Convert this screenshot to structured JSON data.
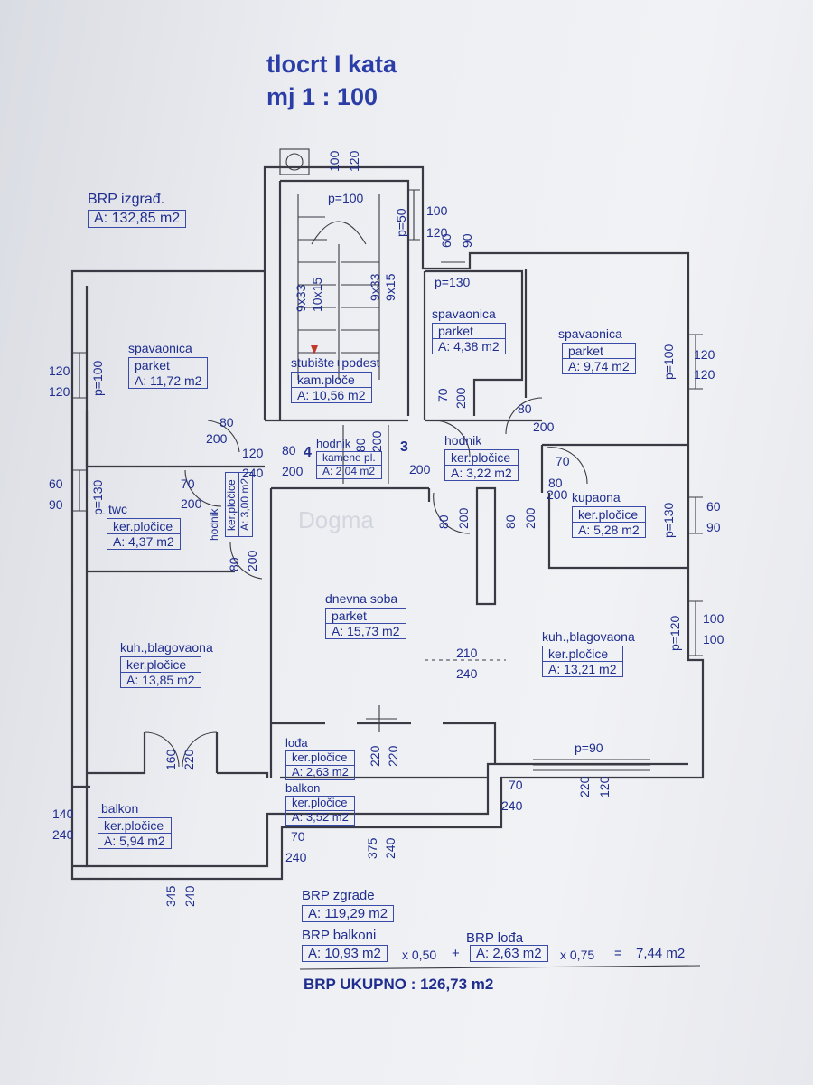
{
  "title": {
    "line1": "tlocrt I kata",
    "line2": "mj 1 : 100"
  },
  "brp_izgradjeno": {
    "label": "BRP izgrađ.",
    "area": "A: 132,85 m2"
  },
  "rooms": {
    "spavaonica_left": {
      "name": "spavaonica",
      "floor": "parket",
      "area": "A: 11,72 m2"
    },
    "stubiste": {
      "name": "stubište+podest",
      "floor": "kam.ploče",
      "area": "A: 10,56 m2"
    },
    "spavaonica_small": {
      "name": "spavaonica",
      "floor": "parket",
      "area": "A: 4,38 m2"
    },
    "spavaonica_right": {
      "name": "spavaonica",
      "floor": "parket",
      "area": "A: 9,74 m2"
    },
    "hodnik_center": {
      "name": "hodnik",
      "floor": "kamene pl.",
      "area": "A: 2,04 m2"
    },
    "hodnik_right": {
      "name": "hodnik",
      "floor": "ker.pločice",
      "area": "A: 3,22 m2"
    },
    "hodnik_left": {
      "name": "hodnik",
      "floor": "ker.pločice",
      "area": "A: 3,00 m2"
    },
    "twc": {
      "name": "twc",
      "floor": "ker.pločice",
      "area": "A: 4,37 m2"
    },
    "kupaona": {
      "name": "kupaona",
      "floor": "ker.pločice",
      "area": "A: 5,28 m2"
    },
    "dnevna": {
      "name": "dnevna soba",
      "floor": "parket",
      "area": "A: 15,73 m2"
    },
    "kuh_left": {
      "name": "kuh.,blagovaona",
      "floor": "ker.pločice",
      "area": "A: 13,85 m2"
    },
    "kuh_right": {
      "name": "kuh.,blagovaona",
      "floor": "ker.pločice",
      "area": "A: 13,21 m2"
    },
    "lodja": {
      "name": "lođa",
      "floor": "ker.pločice",
      "area": "A: 2,63 m2"
    },
    "balkon_center": {
      "name": "balkon",
      "floor": "ker.pločice",
      "area": "A: 3,52 m2"
    },
    "balkon_left": {
      "name": "balkon",
      "floor": "ker.pločice",
      "area": "A: 5,94 m2"
    }
  },
  "marks": {
    "n4": "4",
    "n3": "3"
  },
  "dims": {
    "d100_top": "100",
    "d120_top": "120",
    "p100_stair": "p=100",
    "p50": "p=50",
    "d100_r": "100",
    "d120_r": "120",
    "d60_r": "60",
    "d90_r": "90",
    "p130_top": "p=130",
    "s9x33_a": "9x33",
    "s10x15": "10x15",
    "s9x33_b": "9x33",
    "s9x15": "9x15",
    "l120a": "120",
    "l120b": "120",
    "p100_left": "p=100",
    "r120a": "120",
    "r120b": "120",
    "p100_right": "p=100",
    "d80_a": "80",
    "d200_a": "200",
    "d120_h": "120",
    "d240_h": "240",
    "d80_b": "80",
    "d200_b": "200",
    "d80_c": "80",
    "d200_c": "200",
    "d70_a": "70",
    "d200_d": "200",
    "d200_e": "200",
    "d70_b": "70",
    "d200_f": "200",
    "d80_d": "80",
    "d200_g": "200",
    "d80_e": "80",
    "d200_h": "200",
    "d80_f": "80",
    "d200_i": "200",
    "d80_g": "80",
    "d200_j": "200",
    "d70_c": "70",
    "l60": "60",
    "l90": "90",
    "p130_left": "p=130",
    "r60": "60",
    "r90": "90",
    "p130_right": "p=130",
    "d80_h": "80",
    "d200_k": "200",
    "d210": "210",
    "d240_c": "240",
    "r100a": "100",
    "r100b": "100",
    "p120": "p=120",
    "d160": "160",
    "d220_a": "220",
    "d220_b": "220",
    "d220_c": "220",
    "p90": "p=90",
    "d220_d": "220",
    "d120_e": "120",
    "d70_d": "70",
    "d240_d": "240",
    "d140": "140",
    "d240_e": "240",
    "d70_e": "70",
    "d240_f": "240",
    "d375": "375",
    "d240_g": "240",
    "d345": "345"
  },
  "summary": {
    "brp_zgrade_label": "BRP zgrade",
    "brp_zgrade_area": "A: 119,29 m2",
    "brp_balkoni_label": "BRP balkoni",
    "brp_balkoni_area": "A: 10,93 m2",
    "factor1": "x 0,50",
    "plus": "+",
    "brp_lodja_label": "BRP lođa",
    "brp_lodja_area": "A: 2,63 m2",
    "factor2": "x 0,75",
    "equals": "=",
    "result": "7,44 m2",
    "total": "BRP UKUPNO : 126,73 m2"
  },
  "watermark": "Dogma",
  "colors": {
    "ink": "#1f2d8f",
    "wall": "#3a3a44",
    "paper": "#eceef2"
  }
}
